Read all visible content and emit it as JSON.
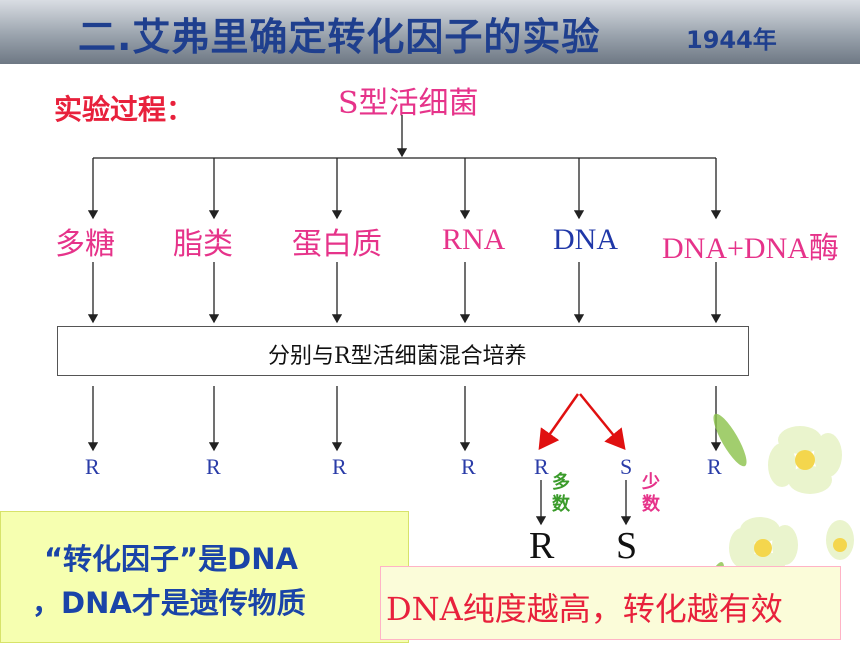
{
  "title": "二.艾弗里确定转化因子的实验",
  "year": "1944年",
  "process_label": "实验过程：",
  "source_label": "S型活细菌",
  "components": [
    "多糖",
    "脂类",
    "蛋白质",
    "RNA",
    "DNA",
    "DNA+DNA酶"
  ],
  "mix_label": "分别与R型活细菌混合培养",
  "results": [
    "R",
    "R",
    "R",
    "R",
    "R",
    "S",
    "R"
  ],
  "note_many": "多数",
  "note_few": "少数",
  "big_r": "R",
  "big_s": "S",
  "conclusion_line1": "“转化因子”是DNA",
  "conclusion_line2": "，DNA才是遗传物质",
  "purity_note": "DNA纯度越高，转化越有效",
  "colors": {
    "title": "#1f3f8e",
    "accent_red": "#e8213c",
    "pink": "#e6338a",
    "result_blue": "#2a3ca8"
  }
}
